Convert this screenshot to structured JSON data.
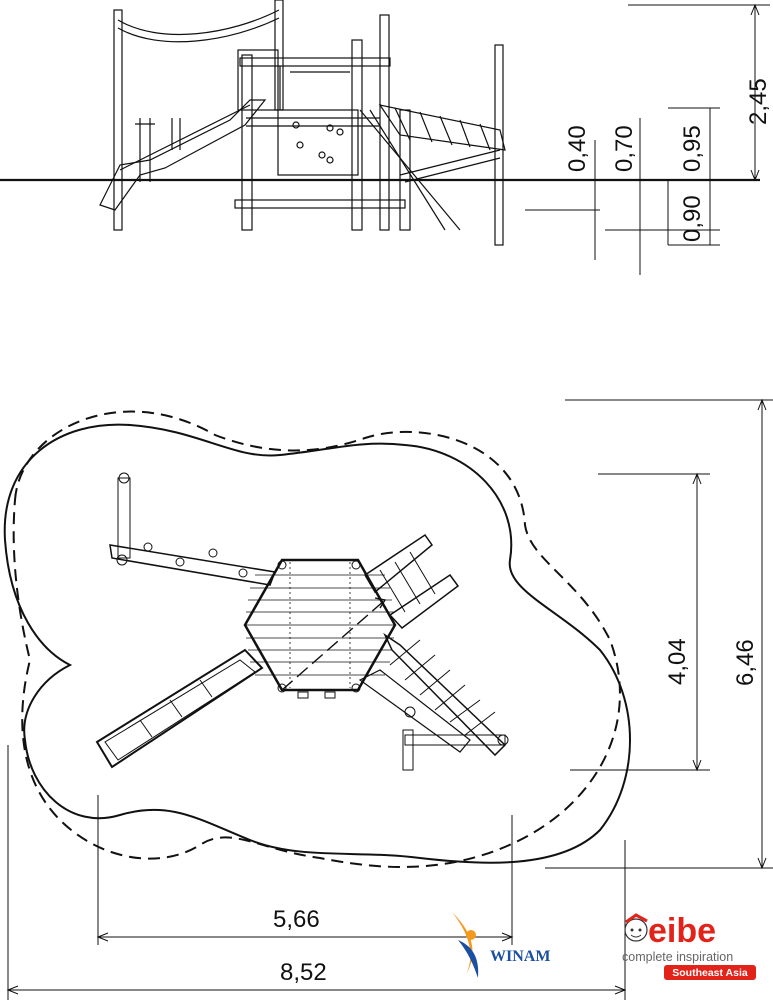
{
  "side_view": {
    "dims": {
      "h_040": "0,40",
      "h_070": "0,70",
      "h_095": "0,95",
      "h_245": "2,45",
      "d_090": "0,90"
    }
  },
  "plan_view": {
    "dims": {
      "depth_inner": "4,04",
      "depth_outer": "6,46",
      "width_inner": "5,66",
      "width_outer": "8,52"
    }
  },
  "logos": {
    "winam": "WINAM",
    "eibe": "eibe",
    "eibe_tagline": "complete inspiration",
    "eibe_region": "Southeast Asia",
    "colors": {
      "eibe_red": "#e2231a",
      "winam_blue": "#1b4fa3",
      "winam_orange": "#f39a1e"
    }
  }
}
